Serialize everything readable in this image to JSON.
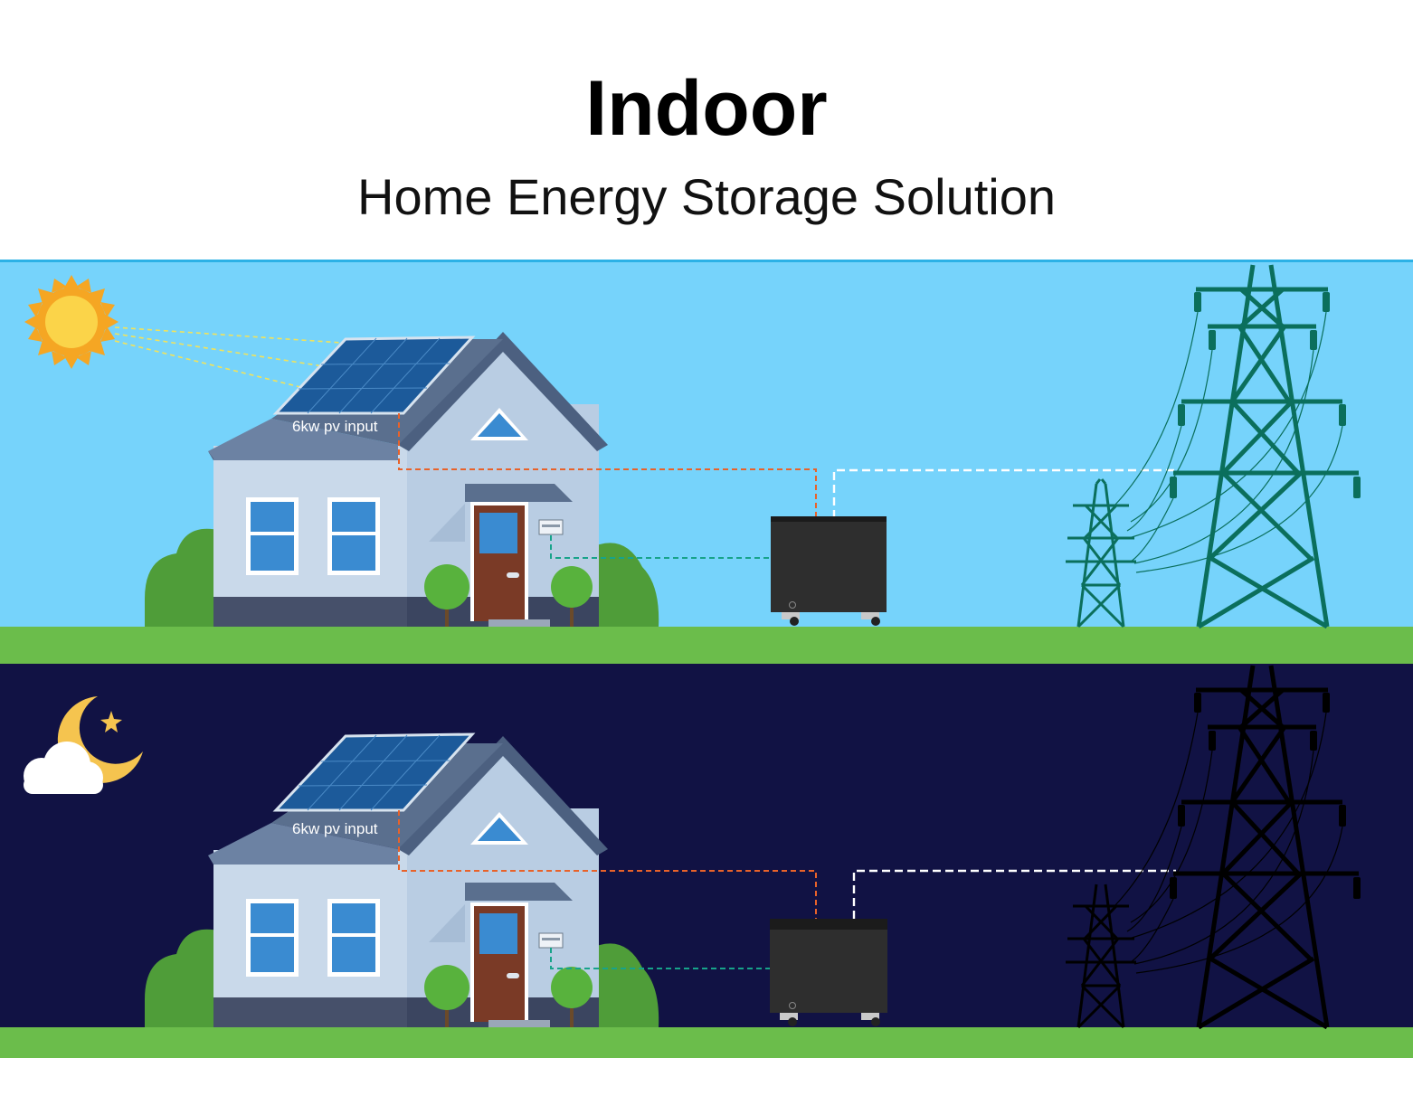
{
  "header": {
    "title": "Indoor",
    "subtitle": "Home Energy Storage Solution"
  },
  "scenes": [
    {
      "id": "day",
      "pv_label": "6kw pv input",
      "sky_icon": "sun-icon",
      "colors": {
        "sky": "#76d3fb",
        "ground": "#6bbd4b",
        "tower": "#0b6f5c",
        "pv_line": "#e8622a",
        "grid_line": "#ffffff",
        "load_line": "#17a38a"
      }
    },
    {
      "id": "night",
      "pv_label": "6kw pv input",
      "sky_icon": "moon-cloud-icon",
      "colors": {
        "sky": "#111244",
        "ground": "#6bbd4b",
        "tower": "#000000",
        "pv_line": "#e8622a",
        "grid_line": "#ffffff",
        "load_line": "#17a38a"
      }
    }
  ]
}
